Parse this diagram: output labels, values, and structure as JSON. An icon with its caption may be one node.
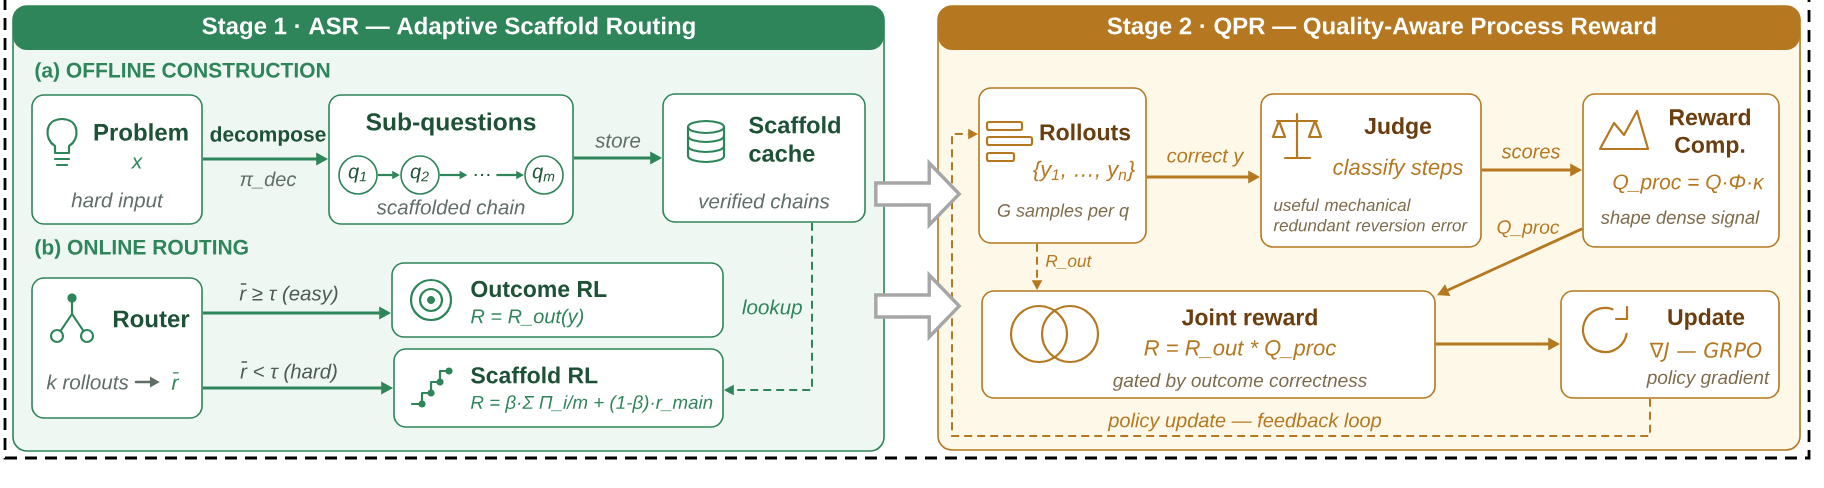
{
  "diagram": {
    "nodes": [
      {
        "text": [
          "Stage 1 · ASR — Adaptive Scaffold Routing"
        ]
      },
      {
        "text": [
          "Problem",
          "x",
          "hard input"
        ],
        "in": 0
      },
      {
        "text": [
          "Sub-questions",
          "scaffolded chain"
        ],
        "in": 0
      },
      {
        "text": [
          "q$_{1}$"
        ],
        "in": 2
      },
      {
        "text": [
          "q$_{2}$"
        ],
        "in": 2
      },
      {
        "text": [
          "…"
        ],
        "in": 2
      },
      {
        "text": [
          "q$_{m}$"
        ],
        "in": 2
      },
      {
        "text": [
          "Scaffold cache",
          "verified chains"
        ],
        "in": 0
      },
      {
        "text": [
          "Router",
          "k rollouts",
          "r̄"
        ],
        "in": 0
      },
      {
        "text": [
          "Outcome RL",
          "R = R_out(y)"
        ],
        "in": 0
      },
      {
        "text": [
          "Scaffold RL",
          "R = β·Σ Π_i/m + (1-β)·r_main"
        ],
        "in": 0
      },
      {
        "text": [
          "Stage 2 · QPR — Quality-Aware Process Reward"
        ]
      },
      {
        "text": [
          "Rollouts",
          "{y$_{1}$, …, y$_{n}$}",
          "G samples per q"
        ],
        "in": 11
      },
      {
        "text": [
          "Judge",
          "classify steps",
          "useful mechanical redundant reversion error"
        ],
        "in": 11
      },
      {
        "text": [
          "Reward Comp.",
          "Q_proc = Q·Φ·κ",
          "shape dense signal"
        ],
        "in": 11
      },
      {
        "text": [
          "Joint reward",
          "R = R_out * Q_proc",
          "gated by outcome correctness"
        ],
        "in": 11
      },
      {
        "text": [
          "Update",
          "∇J — GRPO",
          "policy gradient"
        ],
        "in": 11
      }
    ],
    "edges": [
      {
        "from": 1,
        "to": 2,
        "arrow": "to",
        "label": "decompose"
      },
      {
        "from": 3,
        "to": 4,
        "arrow": "to"
      },
      {
        "from": 4,
        "to": 5,
        "arrow": "to"
      },
      {
        "from": 5,
        "to": 6,
        "arrow": "to"
      },
      {
        "from": 2,
        "to": 7,
        "arrow": "to",
        "label": "store"
      },
      {
        "from": 8,
        "to": 9,
        "arrow": "to",
        "label": "r̄ ≥ τ (easy)"
      },
      {
        "from": 8,
        "to": 10,
        "arrow": "to",
        "label": "r̄ < τ (hard)"
      },
      {
        "from": 7,
        "to": 10,
        "arrow": "to",
        "label": "lookup",
        "style": "dashed"
      },
      {
        "from": 0,
        "to": 11,
        "arrow": "to",
        "style": "thick",
        "color": "#a6a6a6"
      },
      {
        "from": 0,
        "to": 11,
        "arrow": "to",
        "style": "thick",
        "color": "#a6a6a6"
      },
      {
        "from": 12,
        "to": 13,
        "arrow": "to",
        "label": "correct y",
        "color": "#b57820"
      },
      {
        "from": 13,
        "to": 14,
        "arrow": "to",
        "label": "scores",
        "color": "#b57820"
      },
      {
        "from": 14,
        "to": 15,
        "arrow": "to",
        "label": "Q_proc",
        "color": "#b57820"
      },
      {
        "from": 12,
        "to": 15,
        "arrow": "to",
        "label": "R_out",
        "style": "dashed",
        "color": "#b57820"
      },
      {
        "from": 15,
        "to": 16,
        "arrow": "to",
        "color": "#b57820"
      },
      {
        "from": 16,
        "to": 12,
        "arrow": "to",
        "label": "policy update — feedback loop",
        "style": "dashed",
        "color": "#b57820"
      }
    ],
    "labels": [
      "(a) OFFLINE CONSTRUCTION",
      "π_dec",
      "(b) ONLINE ROUTING"
    ]
  }
}
